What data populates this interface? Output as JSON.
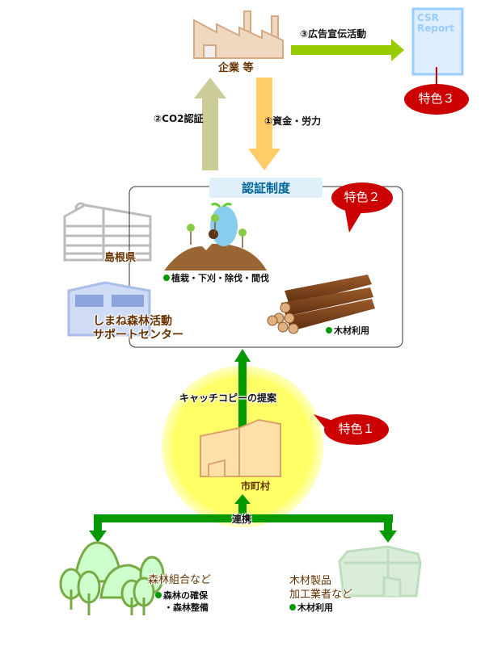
{
  "company": {
    "label": "企業 等"
  },
  "arrows": {
    "advertising": "③広告宣伝活動",
    "co2": "②CO2認証",
    "funds": "①資金・労力",
    "catchcopy": "キャッチコピーの提案",
    "cooperation": "連携"
  },
  "report": {
    "line1": "CSR",
    "line2": "Report"
  },
  "features": {
    "f1": "特色１",
    "f2": "特色２",
    "f3": "特色３"
  },
  "certification": {
    "title": "認証制度",
    "planting": "植栽・下刈・除伐・間伐",
    "timber_use": "木材利用"
  },
  "prefecture": {
    "label": "島根県"
  },
  "support_center": {
    "line1": "しまね森林活動",
    "line2": "サポートセンター"
  },
  "municipality": {
    "label": "市町村"
  },
  "forest_union": {
    "title": "森林組合など",
    "item1": "森林の確保",
    "item2": "・森林整備"
  },
  "timber_processor": {
    "line1": "木材製品",
    "line2": "加工業者など",
    "item1": "木材利用"
  },
  "colors": {
    "green_arrow": "#009900",
    "lime_arrow": "#99cc00",
    "badge": "#cc0000",
    "circle": "#ffff66"
  }
}
